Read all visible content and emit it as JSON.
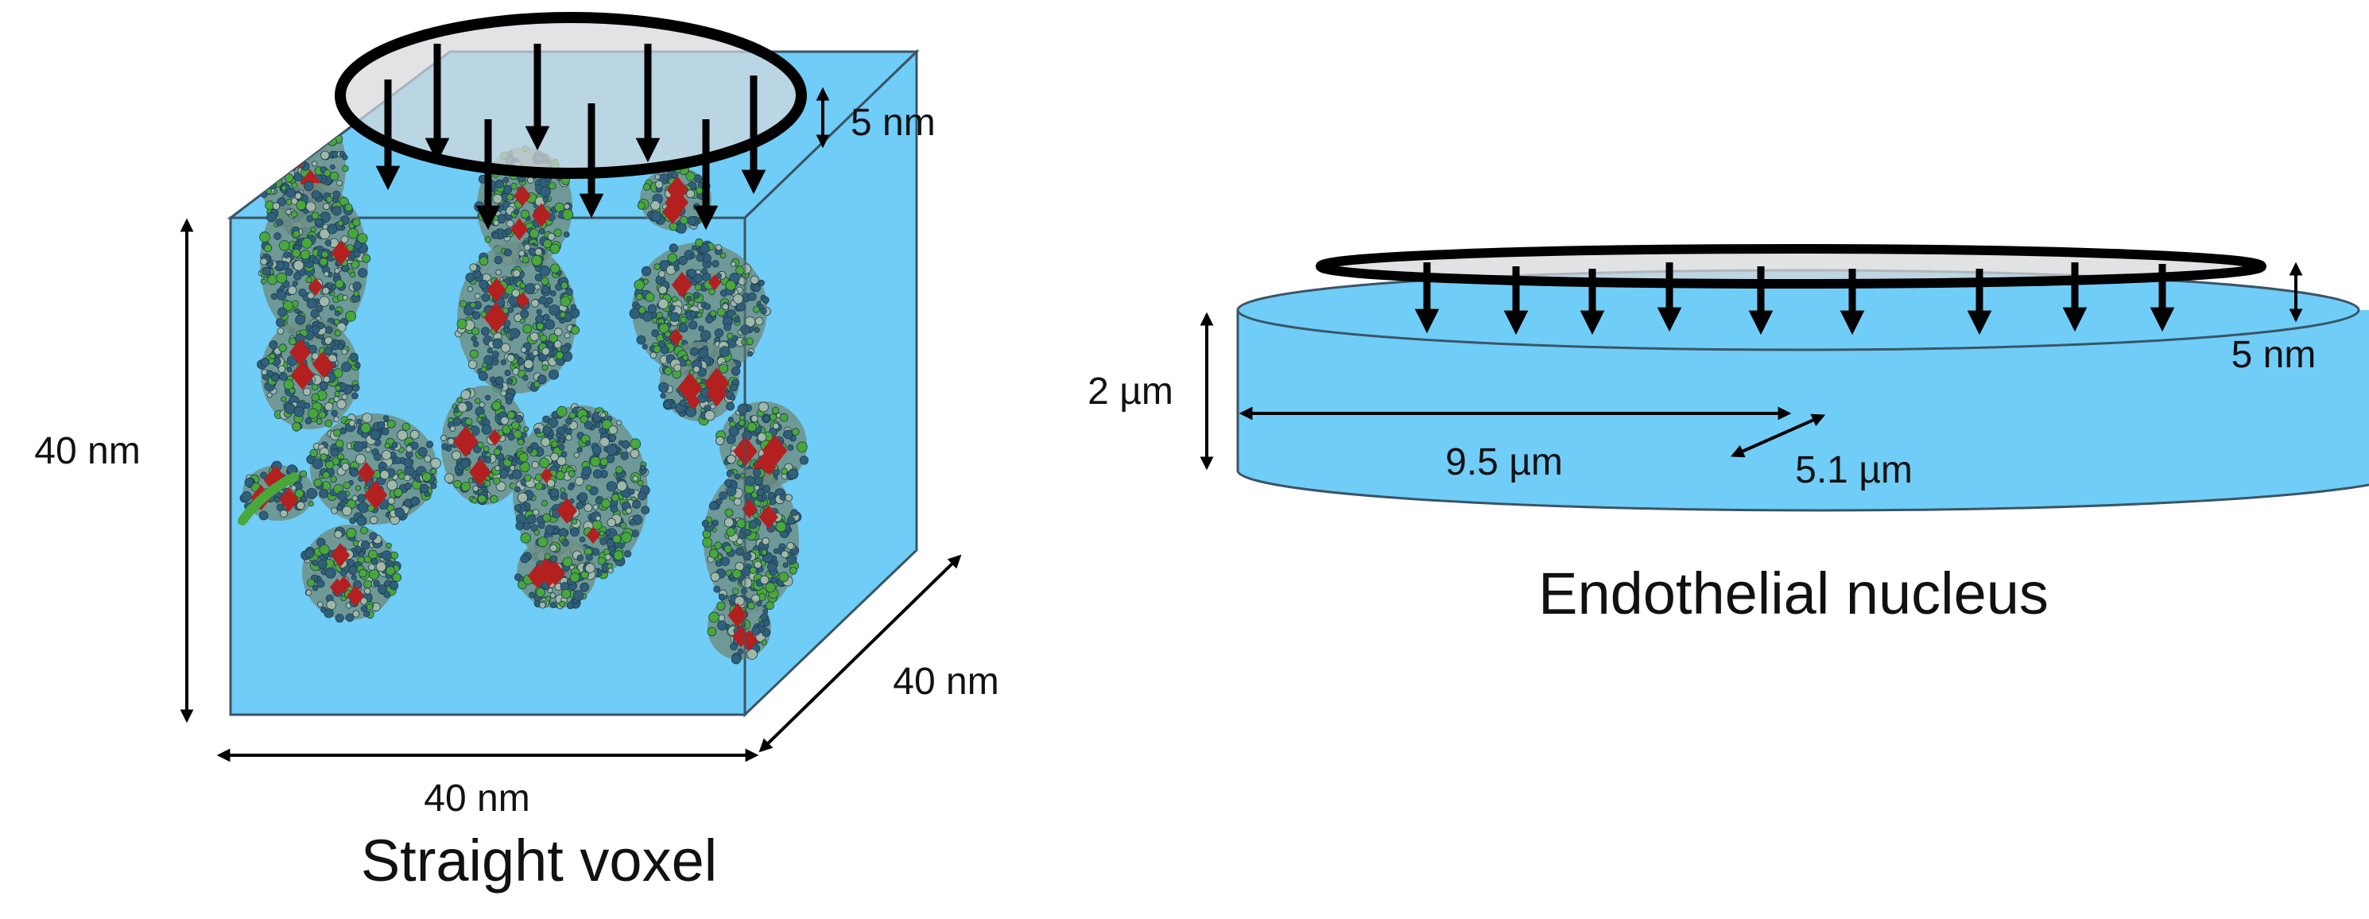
{
  "left_panel": {
    "caption": "Straight voxel",
    "height_label": "40 nm",
    "width_label": "40 nm",
    "depth_label": "40 nm",
    "beam_label": "5 nm"
  },
  "right_panel": {
    "caption": "Endothelial nucleus",
    "height_label": "2 µm",
    "radius_label": "9.5 µm",
    "minor_label": "5.1 µm",
    "beam_label": "5 nm"
  },
  "colors": {
    "cube_fill": "#6fcdf7",
    "cylinder_fill": "#70cdf8",
    "outline": "#3a5566",
    "beam_fill": "#d7d8db",
    "chromatin_blue": "#2f5f7a",
    "chromatin_green": "#48a83a",
    "chromatin_red": "#b32020",
    "arrow": "#000000"
  }
}
